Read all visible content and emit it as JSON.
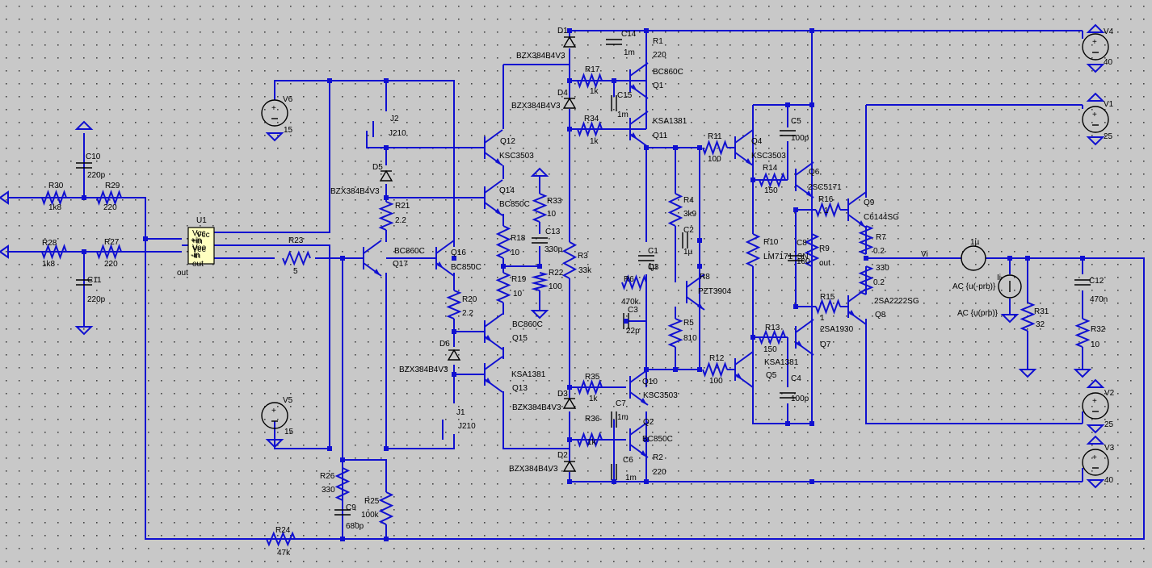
{
  "labels": [
    {
      "t": "D1"
    },
    {
      "t": "C14"
    },
    {
      "t": "R1"
    },
    {
      "t": "V4"
    },
    {
      "t": "1m"
    },
    {
      "t": "220"
    },
    {
      "t": "BZX384B4V3"
    },
    {
      "t": "40"
    },
    {
      "t": "R17"
    },
    {
      "t": "BC860C"
    },
    {
      "t": "V6"
    },
    {
      "t": "D4"
    },
    {
      "t": "1k"
    },
    {
      "t": "Q1"
    },
    {
      "t": "BZX384B4V3"
    },
    {
      "t": "C15"
    },
    {
      "t": "V1"
    },
    {
      "t": "J2"
    },
    {
      "t": "15"
    },
    {
      "t": "1m"
    },
    {
      "t": "C5"
    },
    {
      "t": "R34"
    },
    {
      "t": "KSA1381"
    },
    {
      "t": "J210"
    },
    {
      "t": "25"
    },
    {
      "t": "Q12"
    },
    {
      "t": "1k"
    },
    {
      "t": "Q11"
    },
    {
      "t": "R11"
    },
    {
      "t": "Q4"
    },
    {
      "t": "100p"
    },
    {
      "t": "C10"
    },
    {
      "t": "KSC3503"
    },
    {
      "t": "100"
    },
    {
      "t": "KSC3503"
    },
    {
      "t": "D5"
    },
    {
      "t": "R14"
    },
    {
      "t": "Q6"
    },
    {
      "t": "220p"
    },
    {
      "t": "R33"
    },
    {
      "t": "150"
    },
    {
      "t": "2SC5171"
    },
    {
      "t": "R30"
    },
    {
      "t": "R29"
    },
    {
      "t": "BZX384B4V3"
    },
    {
      "t": "Q14"
    },
    {
      "t": "10"
    },
    {
      "t": "R16"
    },
    {
      "t": "Q9"
    },
    {
      "t": "1k8"
    },
    {
      "t": "220"
    },
    {
      "t": "BC850C"
    },
    {
      "t": "R4"
    },
    {
      "t": "R21"
    },
    {
      "t": "1"
    },
    {
      "t": "C6144SG"
    },
    {
      "t": "U1"
    },
    {
      "t": "2.2"
    },
    {
      "t": "C13"
    },
    {
      "t": "3k9"
    },
    {
      "t": "R7"
    },
    {
      "t": "Vcc"
    },
    {
      "t": "R18"
    },
    {
      "t": "C2"
    },
    {
      "t": "R28"
    },
    {
      "t": "R27"
    },
    {
      "t": "+in"
    },
    {
      "t": "R23"
    },
    {
      "t": "Q16"
    },
    {
      "t": "BC860C"
    },
    {
      "t": "330p"
    },
    {
      "t": "C1"
    },
    {
      "t": "C8"
    },
    {
      "t": "R9"
    },
    {
      "t": "0.2"
    },
    {
      "t": "Vee"
    },
    {
      "t": "10"
    },
    {
      "t": "1k8"
    },
    {
      "t": "220"
    },
    {
      "t": "-in"
    },
    {
      "t": "5"
    },
    {
      "t": "Q17"
    },
    {
      "t": "BC850C"
    },
    {
      "t": "R3"
    },
    {
      "t": "R22"
    },
    {
      "t": "1µ"
    },
    {
      "t": "R10"
    },
    {
      "t": "1µ"
    },
    {
      "t": "100"
    },
    {
      "t": "out"
    },
    {
      "t": "Vi"
    },
    {
      "t": "1µ"
    },
    {
      "t": "Q3"
    },
    {
      "t": "R8"
    },
    {
      "t": "330"
    },
    {
      "t": "LM7171_SN"
    },
    {
      "t": "out"
    },
    {
      "t": "33k"
    },
    {
      "t": "100"
    },
    {
      "t": "Ii"
    },
    {
      "t": "C11"
    },
    {
      "t": "R19"
    },
    {
      "t": "R6"
    },
    {
      "t": "0.2"
    },
    {
      "t": "C12"
    },
    {
      "t": "10"
    },
    {
      "t": "PZT3904"
    },
    {
      "t": "220p"
    },
    {
      "t": "R20"
    },
    {
      "t": "470k"
    },
    {
      "t": "R15"
    },
    {
      "t": "AC {u(-prb)}"
    },
    {
      "t": "2SA2222SG"
    },
    {
      "t": "470n"
    },
    {
      "t": "2.2"
    },
    {
      "t": "C3"
    },
    {
      "t": "1"
    },
    {
      "t": "AC {u(prb)}"
    },
    {
      "t": "Q8"
    },
    {
      "t": "R31"
    },
    {
      "t": "BC860C"
    },
    {
      "t": "R5"
    },
    {
      "t": "R13"
    },
    {
      "t": "2SA1930"
    },
    {
      "t": "R32"
    },
    {
      "t": "22p"
    },
    {
      "t": "32"
    },
    {
      "t": "Q15"
    },
    {
      "t": "810"
    },
    {
      "t": "150"
    },
    {
      "t": "Q7"
    },
    {
      "t": "10"
    },
    {
      "t": "D6"
    },
    {
      "t": "KSA1381"
    },
    {
      "t": "R12"
    },
    {
      "t": "BZX384B4V3"
    },
    {
      "t": "KSA1381"
    },
    {
      "t": "100"
    },
    {
      "t": "Q5"
    },
    {
      "t": "Q13"
    },
    {
      "t": "R35"
    },
    {
      "t": "Q10"
    },
    {
      "t": "C4"
    },
    {
      "t": "D3"
    },
    {
      "t": "1k"
    },
    {
      "t": "KSC3503"
    },
    {
      "t": "V2"
    },
    {
      "t": "BZX384B4V3"
    },
    {
      "t": "C7"
    },
    {
      "t": "100p"
    },
    {
      "t": "V5"
    },
    {
      "t": "J1"
    },
    {
      "t": "1m"
    },
    {
      "t": "Q2"
    },
    {
      "t": "R36"
    },
    {
      "t": "25"
    },
    {
      "t": "J210"
    },
    {
      "t": "15"
    },
    {
      "t": "1k"
    },
    {
      "t": "BC850C"
    },
    {
      "t": "D2"
    },
    {
      "t": "C6"
    },
    {
      "t": "R2"
    },
    {
      "t": "V3"
    },
    {
      "t": "BZX384B4V3"
    },
    {
      "t": "1m"
    },
    {
      "t": "220"
    },
    {
      "t": "40"
    },
    {
      "t": "R26"
    },
    {
      "t": "330"
    },
    {
      "t": "R25"
    },
    {
      "t": "C9"
    },
    {
      "t": "100k"
    },
    {
      "t": "680p"
    },
    {
      "t": "R24"
    },
    {
      "t": "47k"
    }
  ]
}
